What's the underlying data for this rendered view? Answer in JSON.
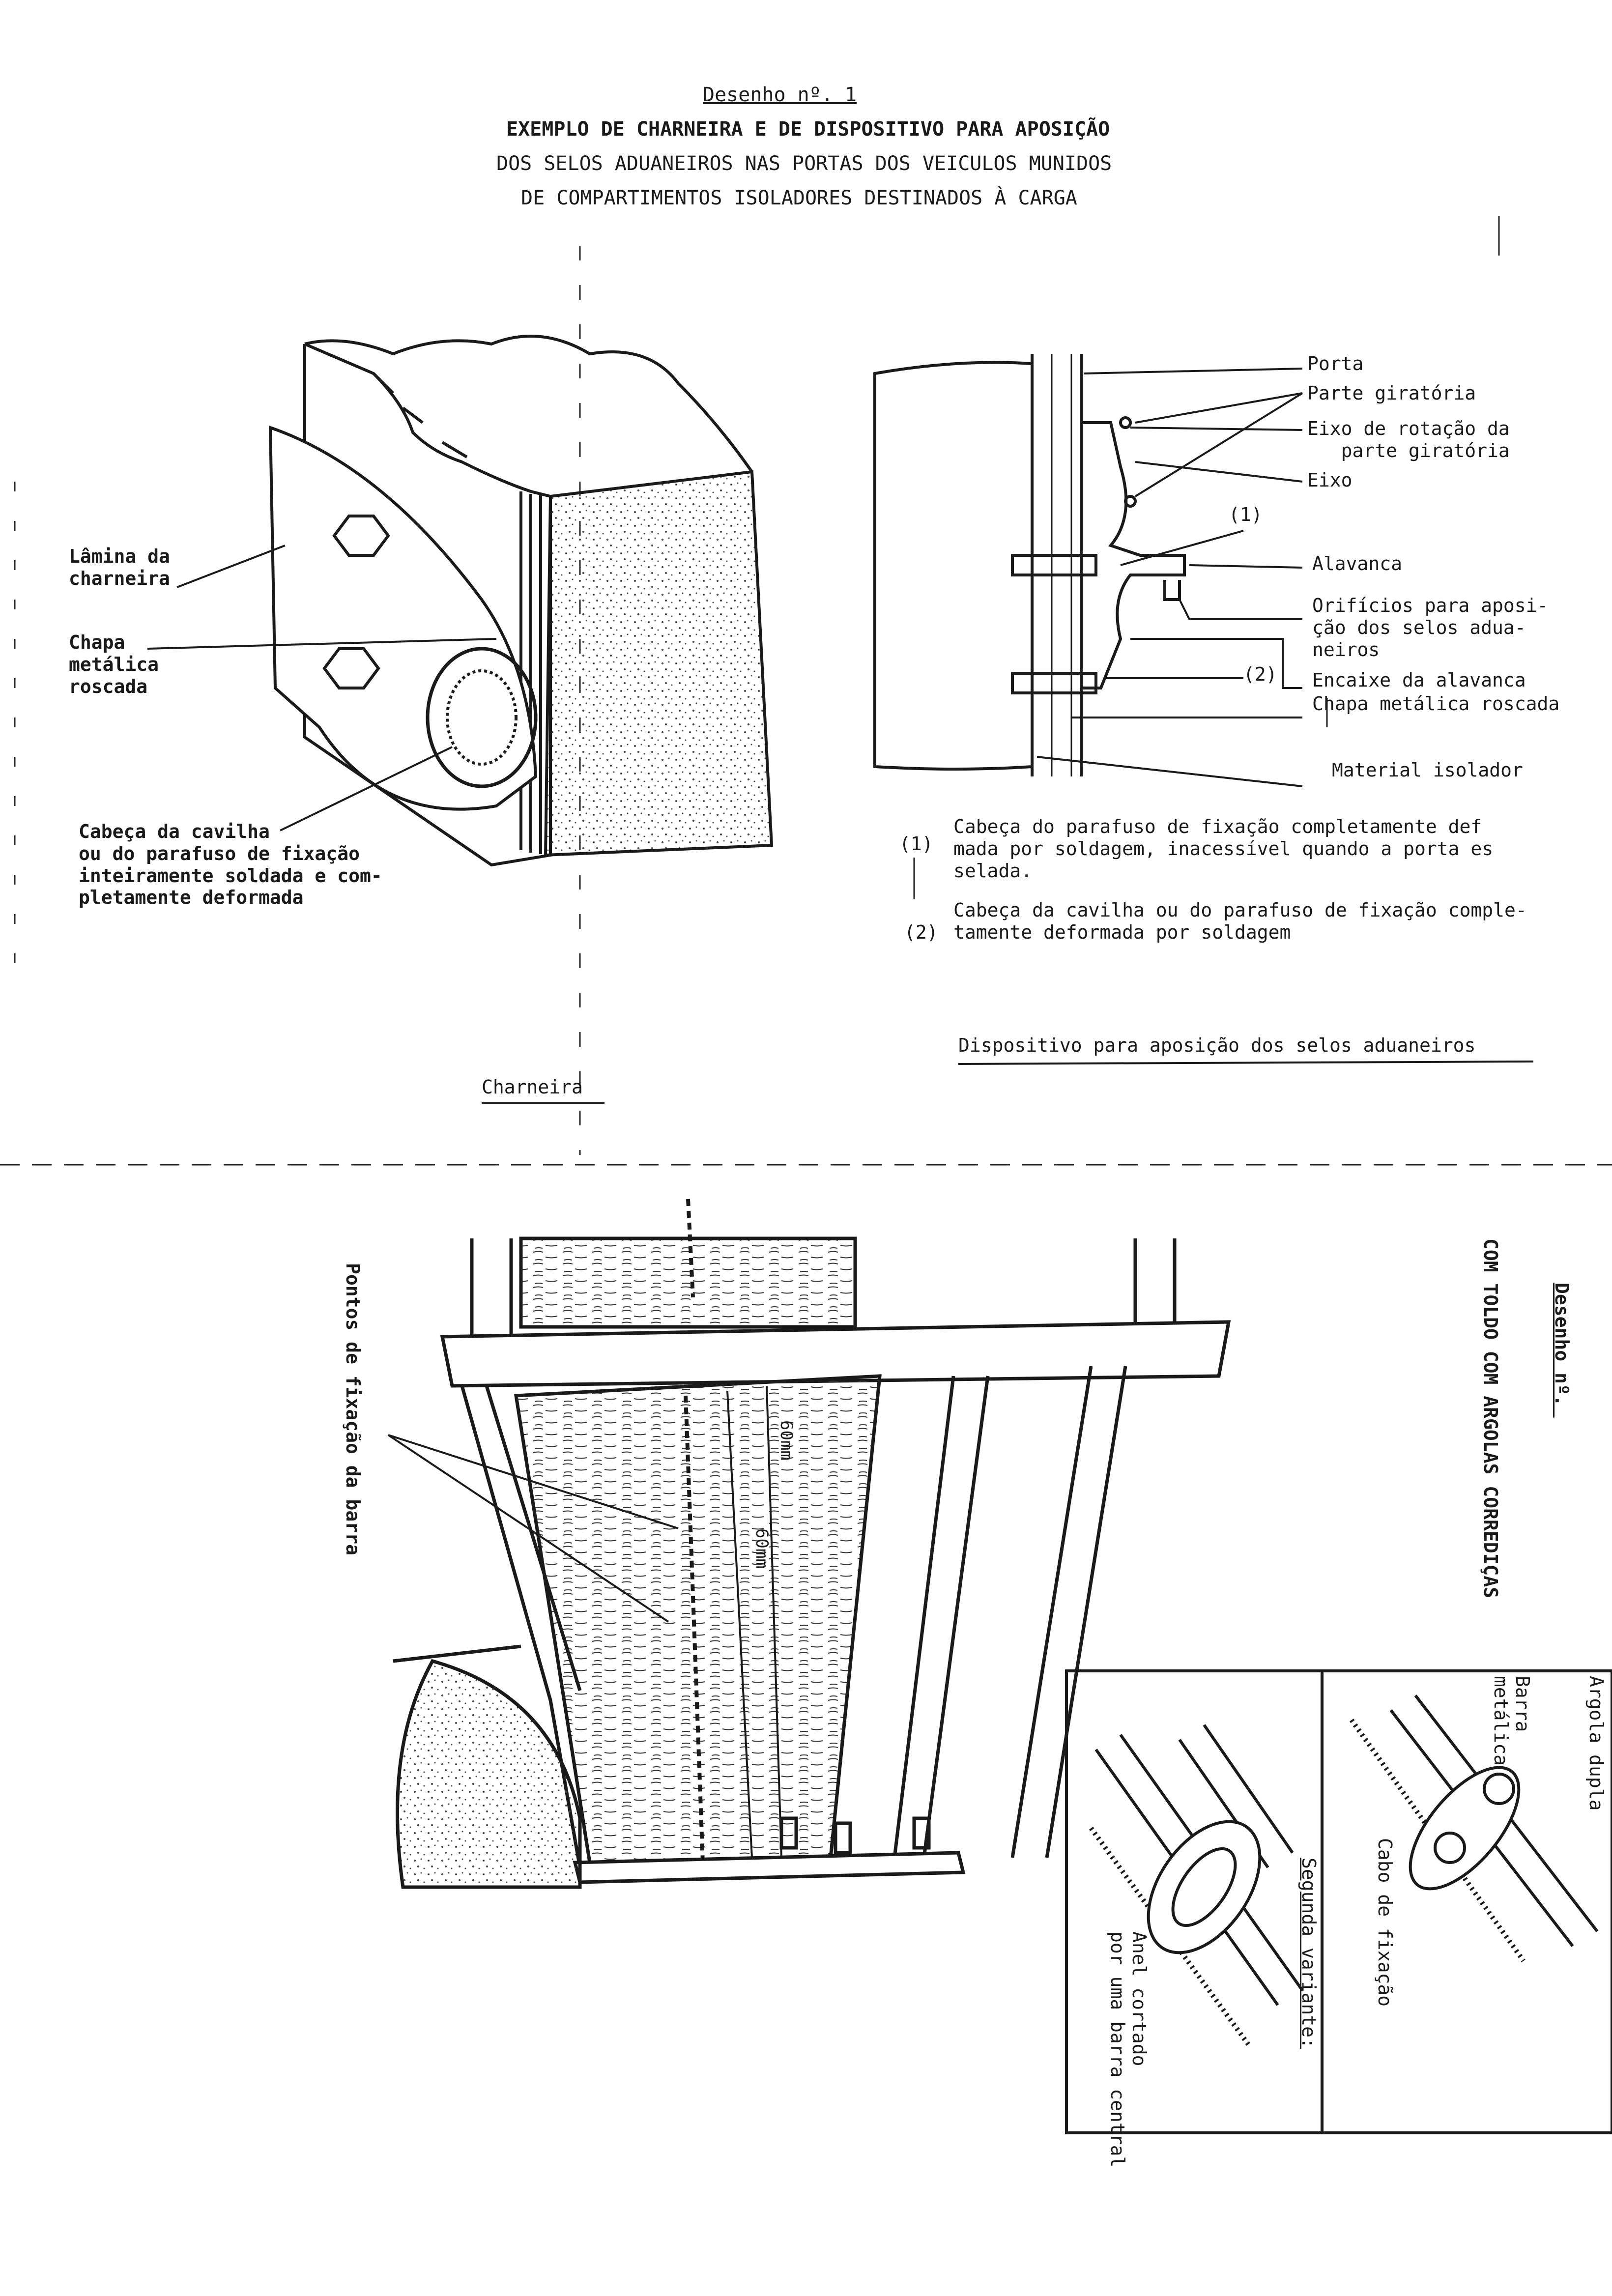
{
  "title": {
    "drawing_no": "Desenho nº. 1",
    "line1": "EXEMPLO DE CHARNEIRA E DE DISPOSITIVO PARA APOSIÇÃO",
    "line2": "DOS SELOS ADUANEIROS NAS PORTAS DOS VEICULOS MUNIDOS",
    "line3": "DE COMPARTIMENTOS ISOLADORES DESTINADOS À CARGA"
  },
  "left_figure": {
    "label_lamina": "Lâmina da\ncharneira",
    "label_chapa": "Chapa\nmetálica\nroscada",
    "label_cabeca": "Cabeça da cavilha\nou do parafuso de fixação\ninteiramente soldada e com-\npletamente deformada",
    "caption": "Charneira"
  },
  "right_figure": {
    "labels": [
      "Porta",
      "Parte giratória",
      "Eixo de rotação da\n   parte giratória",
      "Eixo",
      "Alavanca",
      "Orifícios para aposi-\nção dos selos adua-\nneiros",
      "Encaixe da alavanca",
      "Chapa metálica roscada",
      "Material isolador"
    ],
    "marker1": "(1)",
    "marker2": "(2)",
    "note1_num": "(1)",
    "note1": "Cabeça do parafuso de fixação completamente def\nmada por soldagem, inacessível quando a porta es\nselada.",
    "note2_num": "(2)",
    "note2": "Cabeça da cavilha ou do parafuso de fixação comple-\ntamente deformada por soldagem",
    "caption": "Dispositivo para aposição dos selos aduaneiros"
  },
  "bottom_section": {
    "drawing_no": "Desenho nº. ",
    "subtitle": "COM TOLDO COM ARGOLAS CORREDIÇAS",
    "label_pontos": "Pontos de fixação da barra",
    "dim1": "60mm",
    "dim2": "60mm",
    "inset_left_labels": [
      "Argola dupla",
      "Barra\nmetálica",
      "Cabo de fixação"
    ],
    "inset_right_title": "Segunda variante:",
    "inset_right_label": "Anel cortado\npor uma barra central"
  }
}
